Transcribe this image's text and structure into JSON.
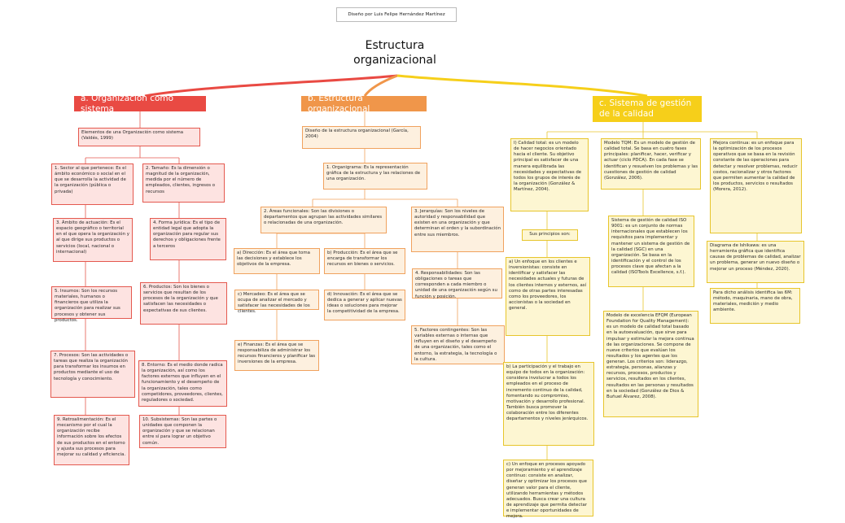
{
  "credit": "Diseño por Luis Felipe Hernández Martínez",
  "title": "Estructura organizacional",
  "colors": {
    "red": "#e94a43",
    "orange": "#f0964a",
    "yellow": "#f6cf1a"
  },
  "branches": {
    "a": {
      "header": "a. Organización como sistema",
      "intro": "Elementos de una Organización como sistema (Valdés, 1999)",
      "items": [
        "1. Sector al que pertenece: Es el ámbito económico o social en el que se desarrolla la actividad de la organización (pública o privada)",
        "2. Tamaño: Es la dimensión o magnitud de la organización, medida por el número de empleados, clientes, ingresos o recursos",
        "3. Ámbito de actuación: Es el espacio geográfico o territorial en el que opera la organización y al que dirige sus productos o servicios (local, nacional o internacional)",
        "4. Forma jurídica: Es el tipo de entidad legal que adopta la organización para regular sus derechos y obligaciones frente a terceros",
        "5. Insumos: Son los recursos materiales, humanos o financieros que utiliza la organización para realizar sus procesos y obtener sus productos.",
        "6. Productos: Son los bienes o servicios que resultan de los procesos de la organización y que satisfacen las necesidades o expectativas de sus clientes.",
        "7. Procesos: Son las actividades o tareas que realiza la organización para transformar los insumos en productos mediante el uso de tecnología y conocimiento.",
        "8. Entorno: Es el medio donde radica la organización, así como los factores externos que influyen en el funcionamiento y el desempeño de la organización, tales como competidores, proveedores, clientes, reguladores o sociedad.",
        "9. Retroalimentación: Es el mecanismo por el cual la organización recibe información sobre los efectos de sus productos en el entorno y ajusta sus procesos para mejorar su calidad y eficiencia.",
        "10. Subsistemas: Son las partes o unidades que componen la organización y que se relacionan entre sí para lograr un objetivo común."
      ]
    },
    "b": {
      "header": "b. Estructura organizacional",
      "intro": "Diseño de la estructura organizacional (García, 2004)",
      "organigrama": "1. Organigrama: Es la representación gráfica de la estructura y las relaciones de una organización.",
      "areas": "2. Áreas funcionales: Son las divisiones o departamentos que agrupan las actividades similares o relacionadas de una organización.",
      "jerarquias": "3. Jerarquías: Son los niveles de autoridad y responsabilidad que existen en una organización y que determinan el orden y la subordinación entre sus miembros.",
      "direccion": "a) Dirección: Es el área que toma las decisiones y establece los objetivos de la empresa.",
      "produccion": "b) Producción: Es el área que se encarga de transformar los recursos en bienes o servicios.",
      "mercadeo": "c) Mercadeo: Es el área que se ocupa de analizar el mercado y satisfacer las necesidades de los clientes.",
      "innovacion": "d) Innovación: Es el área que se dedica a generar y aplicar nuevas ideas o soluciones para mejorar la competitividad de la empresa.",
      "finanzas": "e) Finanzas: Es el área que se responsabiliza de administrar los recursos financieros y planificar las inversiones de la empresa.",
      "responsabilidades": "4. Responsabilidades: Son las obligaciones o tareas que corresponden a cada miembro o unidad de una organización según su función y posición.",
      "factores": "5. Factores contingentes: Son las variables externas o internas que influyen en el diseño y el desempeño de una organización, tales como el entorno, la estrategia, la tecnología o la cultura."
    },
    "c": {
      "header": "c. Sistema de gestión de la calidad",
      "calidad_total": "I) Calidad total: es un modelo de hacer negocios orientado hacia el cliente. Su objetivo principal es satisfacer de una manera equilibrada las necesidades y expectativas de todos los grupos de interés de la organización (González & Martínez, 2004).",
      "principios": "Sus principios son:",
      "principio_a": "a) Un enfoque en los clientes e inversionistas: consiste en identificar y satisfacer las necesidades actuales y futuras de los clientes internos y externos, así como de otras partes interesadas como los proveedores, los accionistas o la sociedad en general.",
      "principio_b": "b) La participación y el trabajo en equipo de todos en la organización: considera involucrar a todos los empleados en el proceso de incremento continuo de la calidad, fomentando su compromiso, motivación y desarrollo profesional. También busca promover la colaboración entre los diferentes departamentos y niveles jerárquicos.",
      "principio_c": "c) Un enfoque en procesos apoyado por mejoramiento y el aprendizaje continuo: consiste en analizar, diseñar y optimizar los procesos que generan valor para el cliente, utilizando herramientas y métodos adecuados. Busca crear una cultura de aprendizaje que permita detectar e implementar oportunidades de mejora.",
      "tqm": "Modelo TQM: Es un modelo de gestión de calidad total. Se basa en cuatro fases principales: planificar, hacer, verificar y actuar (ciclo PDCA). En cada fase se identifican y resuelven los problemas y las cuestiones de gestión de calidad (González, 2006).",
      "iso": "Sistema de gestión de calidad ISO 9001: es un conjunto de normas internacionales que establecen los requisitos para implementar y mantener un sistema de gestión de la calidad (SGC) en una organización. Se basa en la identificación y el control de los procesos clave que afectan a la calidad (ISOTools Excellence, s.f.).",
      "efqm": "Modelo de excelencia EFQM (European Foundation for Quality Management): es un modelo de calidad total basado en la autoevaluación, que sirve para impulsar y estimular la mejora continua de las organizaciones. Se compone de nueve criterios que evalúan los resultados y los agentes que los generan. Los criterios son: liderazgo, estrategia, personas, alianzas y recursos, procesos, productos y servicios, resultados en los clientes, resultados en las personas y resultados en la sociedad (González de Dios & Buñuel Álvarez, 2008).",
      "mejora": "Mejora continua: es un enfoque para la optimización de los procesos operativos que se basa en la revisión constante de las operaciones para detectar y resolver problemas, reducir costos, racionalizar y otros factores que permiten aumentar la calidad de los productos, servicios o resultados (Morera, 2012).",
      "ishikawa": "Diagrama de Ishikawa: es una herramienta gráfica que identifica causas de problemas de calidad, analizar un problema, generar un nuevo diseño o mejorar un proceso (Méndez, 2020).",
      "seis_m": "Para dicho análisis identifica las 6M: método, maquinaria, mano de obra, materiales, medición y medio ambiente."
    }
  }
}
